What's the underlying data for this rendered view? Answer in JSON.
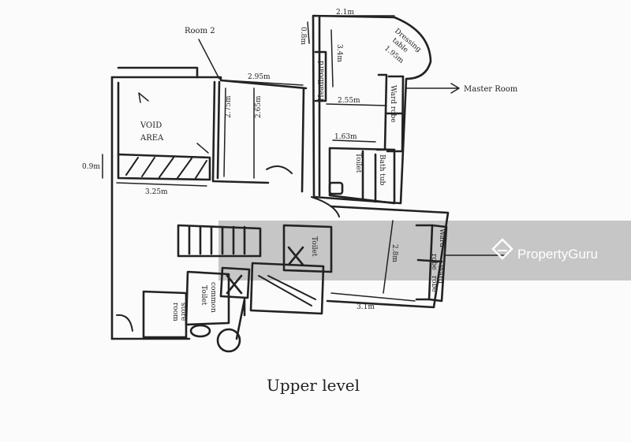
{
  "rooms": {
    "room2": "Room 2",
    "void_area_1": "VOID",
    "void_area_2": "AREA",
    "master_room": "Master Room",
    "dressing_1": "Dressing",
    "dressing_2": "table",
    "dressing_3": "1.95m",
    "headboard": "Headboard",
    "wardrobe_master": "Ward robe",
    "toilet_master": "Toilet",
    "bath_tub": "Bath tub",
    "toilet_2": "Toilet",
    "common_toilet_1": "common",
    "common_toilet_2": "Toilet",
    "store_room_1": "store",
    "store_room_2": "room",
    "wardrobe_2_1": "Ward",
    "wardrobe_2_2": "robe",
    "wardrobe_2_3": "Ward",
    "wardrobe_2_4": "robe"
  },
  "dimensions": {
    "d_2_1": "2.1m",
    "d_0_8": "0.8m",
    "d_3_4": "3.4m",
    "d_2_95": "2.95m",
    "d_2_55": "2.55m",
    "d_2_75": "2.75m",
    "d_2_65": "2.65m",
    "d_1_63": "1.63m",
    "d_0_9": "0.9m",
    "d_3_25": "3.25m",
    "d_2_8": "2.8m",
    "d_3_1": "3.1m"
  },
  "caption": "Upper level",
  "watermark": "PropertyGuru",
  "colors": {
    "ink": "#222222",
    "watermark_band": "#9a9a9a",
    "paper": "#fbfbfb"
  }
}
